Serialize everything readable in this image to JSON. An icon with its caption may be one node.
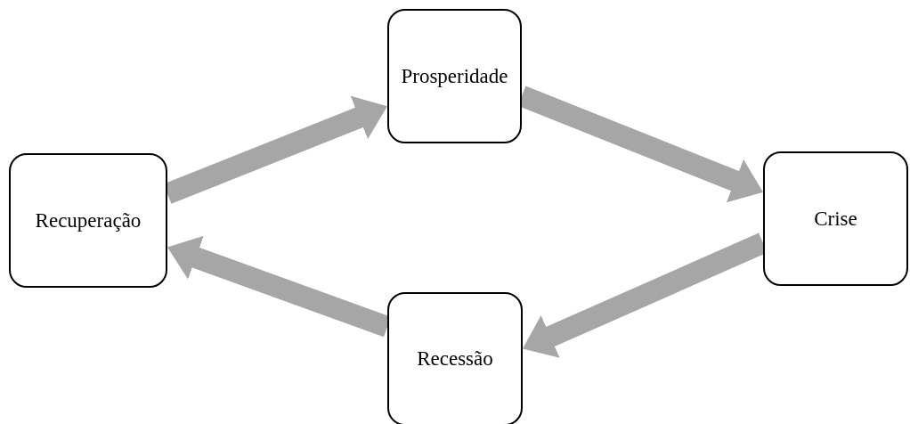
{
  "diagram": {
    "nodes": [
      {
        "text": [
          "Prosperidade"
        ]
      },
      {
        "text": [
          "Crise"
        ]
      },
      {
        "text": [
          "Recessão"
        ]
      },
      {
        "text": [
          "Recuperação"
        ]
      }
    ],
    "edges": [
      {
        "from": 3,
        "to": 0,
        "arrow": "to"
      },
      {
        "from": 0,
        "to": 1,
        "arrow": "to"
      },
      {
        "from": 1,
        "to": 2,
        "arrow": "to"
      },
      {
        "from": 2,
        "to": 3,
        "arrow": "to"
      }
    ]
  }
}
